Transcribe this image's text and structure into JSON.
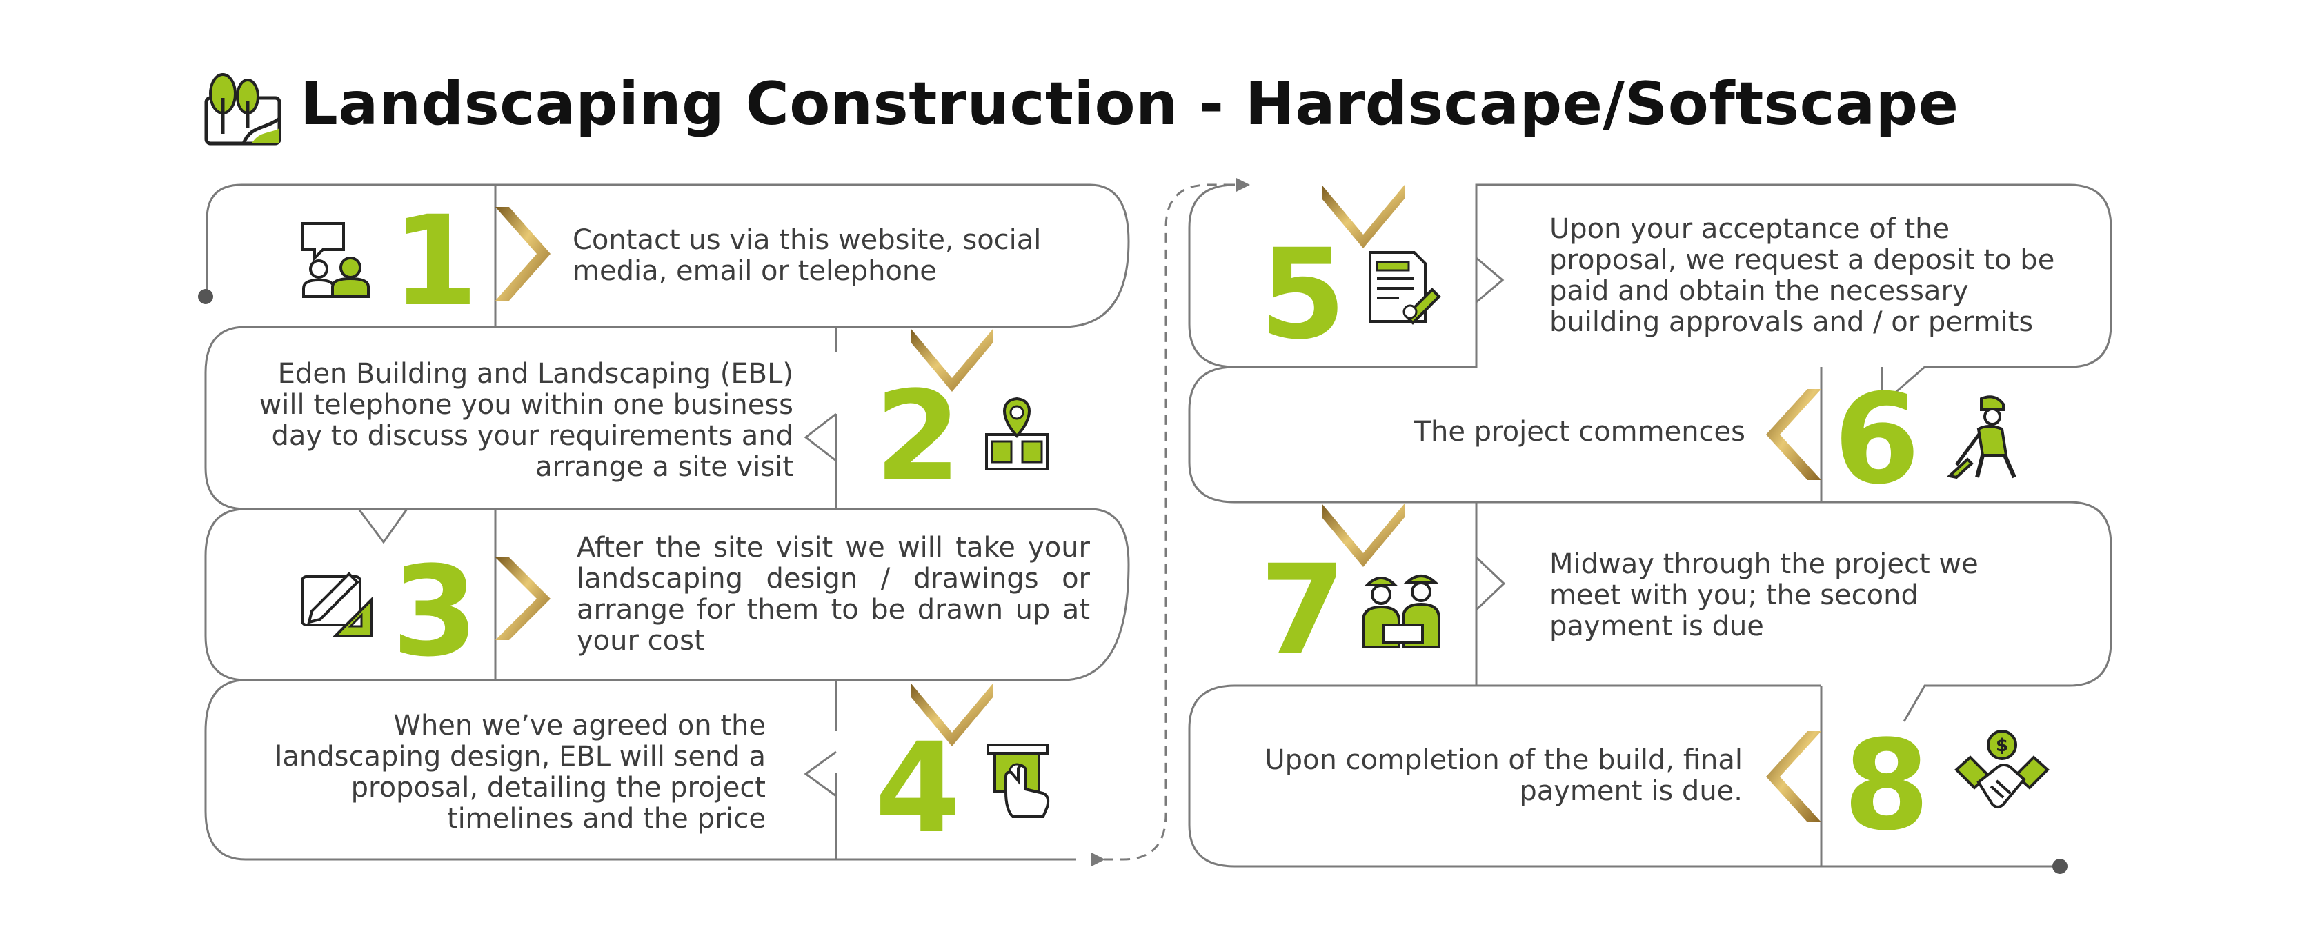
{
  "title": "Landscaping Construction - Hardscape/Softscape",
  "colors": {
    "accent": "#9ec51d",
    "gold": "#b8893a",
    "line": "#7a7a7a",
    "text": "#3d3d3d"
  },
  "steps": [
    {
      "number": "1",
      "text": "Contact us via this website, social media, email or telephone",
      "icon": "chat-people-icon"
    },
    {
      "number": "2",
      "text": "Eden Building and Landscaping (EBL) will telephone you within one business day to discuss your requirements and arrange a site visit",
      "icon": "map-pin-icon"
    },
    {
      "number": "3",
      "text": "After the site visit we will take your landscaping design / drawings or arrange for them to be drawn up at your cost",
      "icon": "drawing-tools-icon"
    },
    {
      "number": "4",
      "text": "When we’ve agreed on the landscaping design, EBL will send a proposal, detailing the project timelines and the price",
      "icon": "money-hand-icon"
    },
    {
      "number": "5",
      "text": "Upon your acceptance of the proposal, we request a deposit to be paid and obtain the necessary building approvals and / or permits",
      "icon": "contract-icon"
    },
    {
      "number": "6",
      "text": "The project commences",
      "icon": "digging-worker-icon"
    },
    {
      "number": "7",
      "text": "Midway through the project we meet with you; the second payment is due",
      "icon": "workers-meeting-icon"
    },
    {
      "number": "8",
      "text": "Upon completion of the build, final payment is due.",
      "icon": "handshake-money-icon"
    }
  ]
}
